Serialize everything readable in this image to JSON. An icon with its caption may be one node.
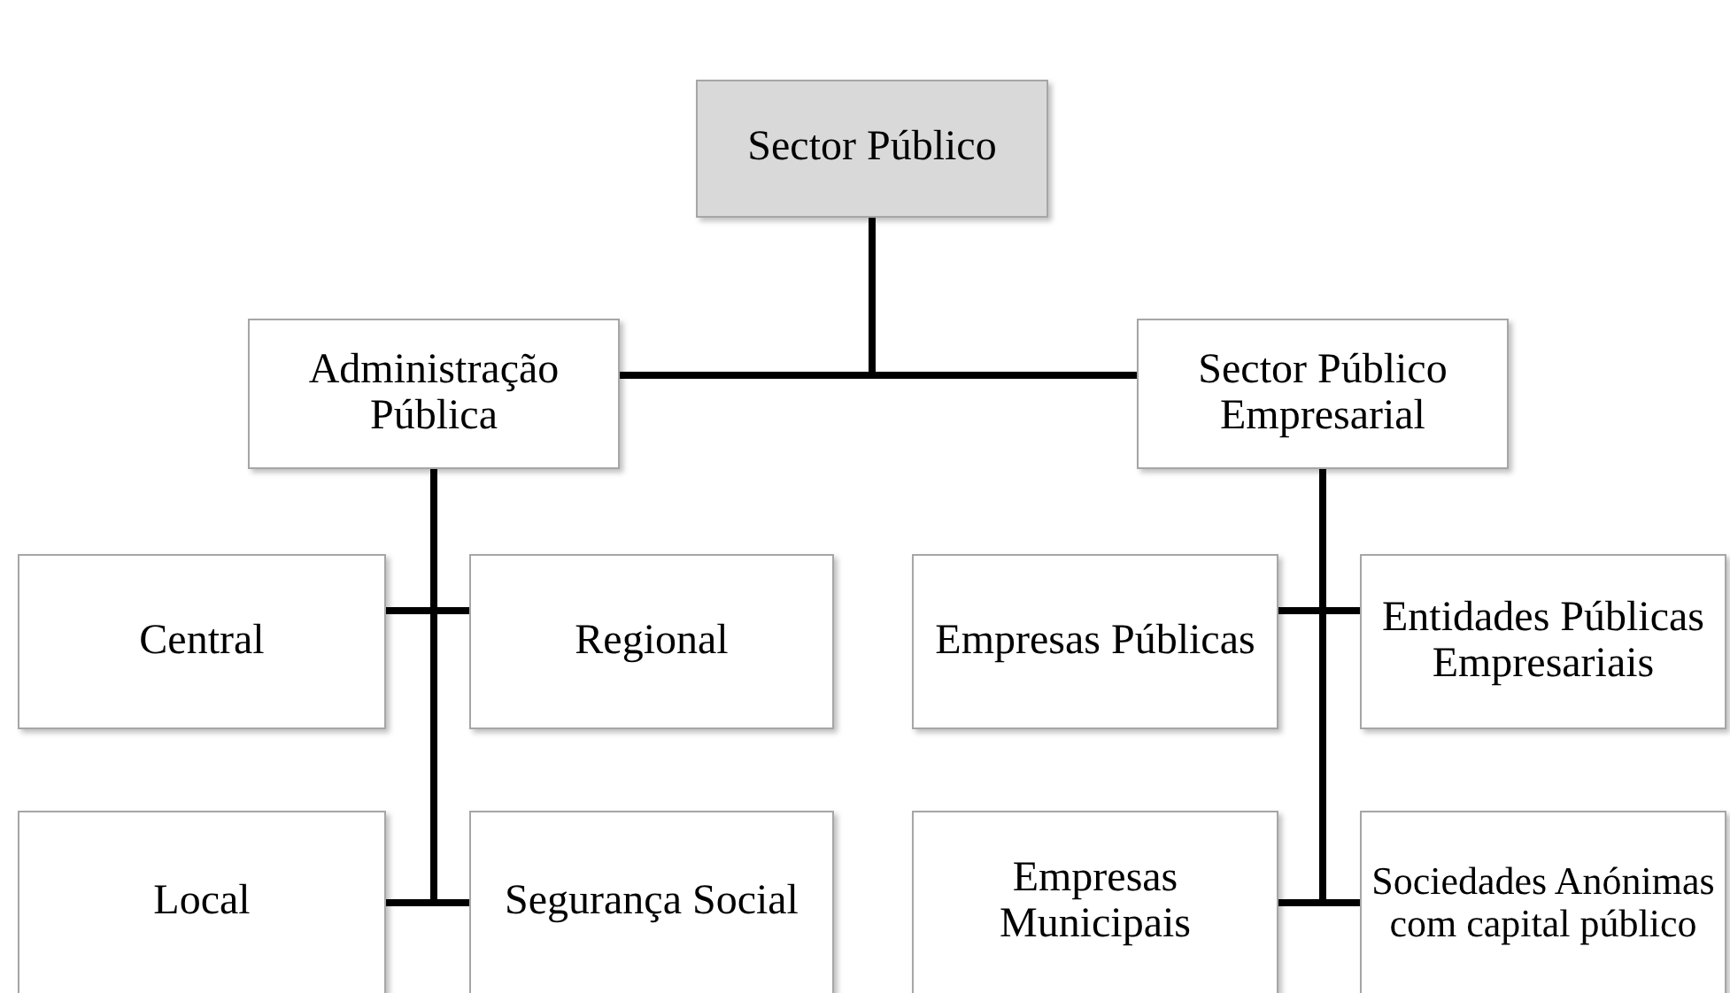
{
  "diagram": {
    "nodes": [
      {
        "text": [
          "Sector Público"
        ]
      },
      {
        "text": [
          "Administração Pública"
        ]
      },
      {
        "text": [
          "Sector Público Empresarial"
        ]
      },
      {
        "text": [
          "Central"
        ]
      },
      {
        "text": [
          "Regional"
        ]
      },
      {
        "text": [
          "Empresas Públicas"
        ]
      },
      {
        "text": [
          "Entidades Públicas Empresariais"
        ]
      },
      {
        "text": [
          "Local"
        ]
      },
      {
        "text": [
          "Segurança Social"
        ]
      },
      {
        "text": [
          "Empresas Municipais"
        ]
      },
      {
        "text": [
          "Sociedades Anónimas com capital público"
        ]
      }
    ],
    "edges": [
      {
        "from": 0,
        "to": 1,
        "arrow": "none"
      },
      {
        "from": 0,
        "to": 2,
        "arrow": "none"
      },
      {
        "from": 1,
        "to": 3,
        "arrow": "none"
      },
      {
        "from": 1,
        "to": 4,
        "arrow": "none"
      },
      {
        "from": 1,
        "to": 7,
        "arrow": "none"
      },
      {
        "from": 1,
        "to": 8,
        "arrow": "none"
      },
      {
        "from": 2,
        "to": 5,
        "arrow": "none"
      },
      {
        "from": 2,
        "to": 6,
        "arrow": "none"
      },
      {
        "from": 2,
        "to": 9,
        "arrow": "none"
      },
      {
        "from": 2,
        "to": 10,
        "arrow": "none"
      }
    ]
  }
}
